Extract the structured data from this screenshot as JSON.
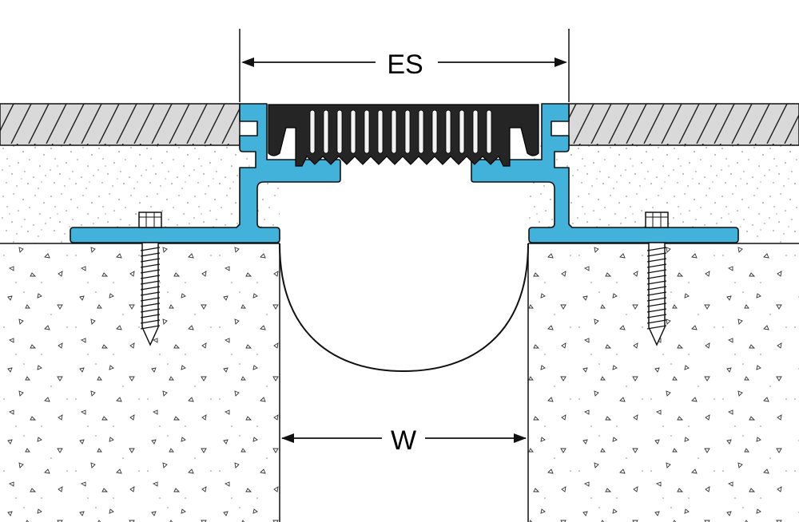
{
  "labels": {
    "expansion_space": "ES",
    "joint_width": "W"
  },
  "colors": {
    "profile_blue": "#43B2DB",
    "insert_black": "#252525",
    "tile_gray": "#d9d9d9",
    "outline": "#111111",
    "background": "#ffffff"
  },
  "icons": {
    "anchor": "hex-head-screw-icon",
    "aggregate": "concrete-speckle-pattern"
  }
}
